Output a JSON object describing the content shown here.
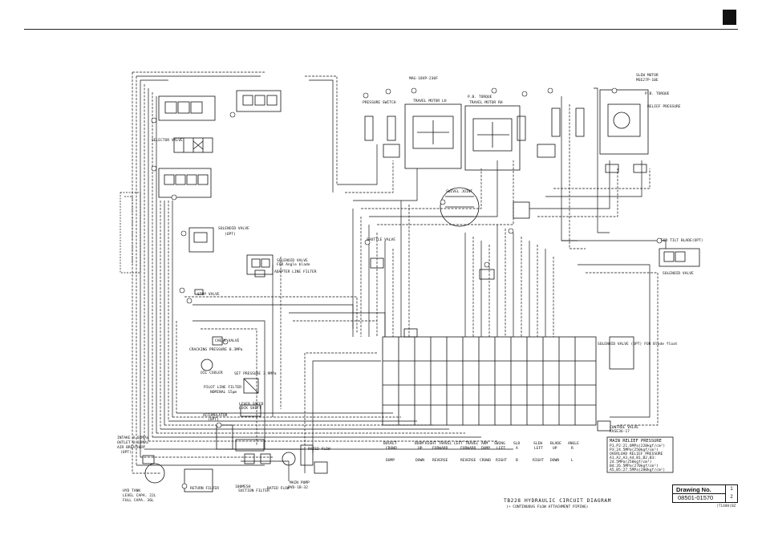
{
  "diagram": {
    "title": "TB228 HYDRAULIC CIRCUIT DIAGRAM",
    "subtitle": "(+ CONTINUOUS FLOW ATTACHMENT PIPING)",
    "drawing_box": {
      "label": "Drawing No.",
      "number": "08501-01570",
      "sheet_top": "1",
      "sheet_bottom": "2"
    },
    "footer_code": "(T148H)BZ"
  },
  "labels": {
    "main_pump": "MAIN PUMP",
    "main_pump_spec": "PVD-1B-32",
    "suction_filter": "SUCTION FILTER",
    "return_filter": "RETURN FILTER",
    "return_filter_mesh": "100MESH",
    "hyd_tank": "HYD TANK",
    "tank_level": "LEVEL CAPA. 22L",
    "tank_full": "FULL CAPA. 36L",
    "intake": "INTAKE 0.02MPa",
    "outlet": "OUTLET 0.03MPa",
    "air_breather": "AIR BREATHER",
    "opt": "(OPT)",
    "accumulator": "ACCUMULATOR",
    "pilot_line_filter": "PILOT LINE FILTER",
    "nominal": "NOMINAL 15μm",
    "set_pressure": "SET PRESSURE 3.9MPa",
    "lever_speed": "LEVER SPEED",
    "lock_shift": "LOCK SHIFT",
    "oil_cooler": "OIL COOLER",
    "check_valve": "CHECK VALVE",
    "cracking_pressure": "CRACKING PRESSURE 0.3MPa",
    "stop_valve": "STOP VALVE",
    "solenoid_valve": "SOLENOID VALVE",
    "solenoid_opt": "(OPT)",
    "solenoid_angle": "FOR Angle blade",
    "adapter_line_filter": "ADAPTER LINE FILTER",
    "selector_valve": "SELECTOR VALVE",
    "travel_motor_lh": "TRAVEL MOTOR LH",
    "travel_motor_rh": "TRAVEL MOTOR RH",
    "travel_motor_spec": "MAG-18VP-230F",
    "pb_torque": "P.B. TORQUE",
    "swivel_joint": "SWIVEL JOINT",
    "swing_motor": "SLEW MOTOR",
    "swing_motor_spec": "MSE27P-10E",
    "relief_pressure": "RELIEF PRESSURE",
    "shuttle_valve": "SHUTTLE VALVE",
    "control_valve": "CONTROL VALVE",
    "control_valve_spec": "KVSE36-17",
    "solenoid_blade": "SOLENOID VALVE (OPT) FOR Blade float",
    "tilt_valve": "FOR TILT BLADE(OPT)",
    "solenoid_valve_2": "SOLENOID VALVE",
    "pressure_switch": "PRESSURE SWITCH",
    "rated_flow_1": "RATED FLOW",
    "rated_flow_2": "RATED FLOW",
    "main_relief_title": "MAIN RELIEF PRESSURE",
    "main_relief_rows": [
      "P1,P2:21.6MPa(220kgf/cm²)",
      "P3:24.5MPa(250kgf/cm²)",
      "OVERLOAD RELIEF PRESSURE",
      "A1,A2,A3,A4,B1,B2,B3:",
      "24.5MPa(250kgf/cm²)",
      "B4:26.5MPa(270kgf/cm²)",
      "A5,B5:27.5MPa(280kgf/cm²)"
    ]
  },
  "functions": [
    {
      "name": "BUCKET",
      "a": "CROWD",
      "b": "DUMP"
    },
    {
      "name": "BOOM",
      "a": "UP",
      "b": "DOWN"
    },
    {
      "name": "RIGHT TRAVEL",
      "a": "FORWARD",
      "b": "REVERSE"
    },
    {
      "name": "LEFT TRAVEL",
      "a": "FORWARD",
      "b": "REVERSE"
    },
    {
      "name": "ARM",
      "a": "DUMP",
      "b": "CROWD"
    },
    {
      "name": "SWING",
      "a": "LEFT",
      "b": "RIGHT"
    },
    {
      "name": "SLD",
      "a": "A",
      "b": "B"
    },
    {
      "name": "SLEW",
      "a": "LEFT",
      "b": "RIGHT"
    },
    {
      "name": "BLADE",
      "a": "UP",
      "b": "DOWN"
    },
    {
      "name": "ANGLE",
      "a": "R",
      "b": "L"
    }
  ]
}
